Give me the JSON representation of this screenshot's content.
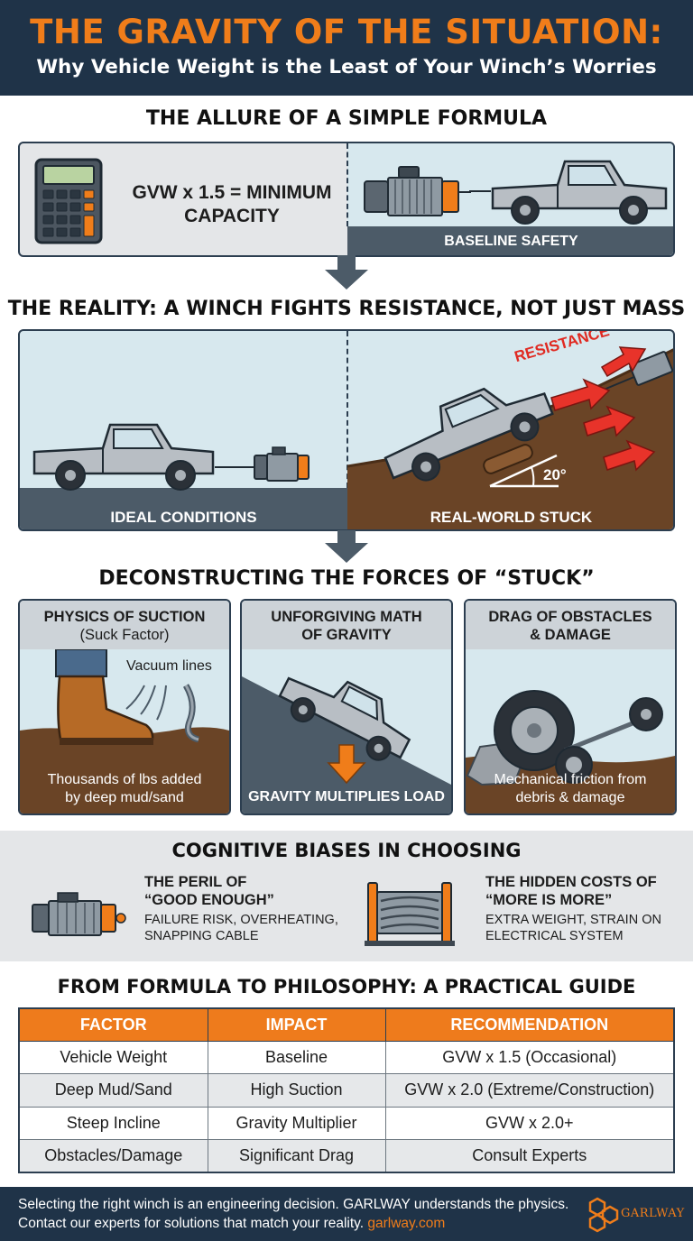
{
  "header": {
    "title": "THE GRAVITY OF THE SITUATION:",
    "subtitle": "Why Vehicle Weight is the Least of Your Winch’s Worries"
  },
  "section1": {
    "title": "THE ALLURE OF A SIMPLE FORMULA",
    "formula_line1": "GVW x 1.5 = MINIMUM",
    "formula_line2": "CAPACITY",
    "baseline_label": "BASELINE SAFETY"
  },
  "section2": {
    "title": "THE REALITY: A WINCH FIGHTS RESISTANCE, NOT JUST MASS",
    "left_label": "IDEAL CONDITIONS",
    "right_label": "REAL-WORLD STUCK",
    "resistance_label": "RESISTANCE",
    "angle_label": "20°"
  },
  "section3": {
    "title": "DECONSTRUCTING THE FORCES OF “STUCK”",
    "cards": [
      {
        "title_line1": "PHYSICS OF SUCTION",
        "title_line2": "(Suck Factor)",
        "annotation": "Vacuum lines",
        "foot_line1": "Thousands of lbs added",
        "foot_line2": "by deep mud/sand"
      },
      {
        "title_line1": "UNFORGIVING MATH",
        "title_line2": "OF GRAVITY",
        "foot_line1": "GRAVITY MULTIPLIES LOAD"
      },
      {
        "title_line1": "DRAG OF OBSTACLES",
        "title_line2": "& DAMAGE",
        "foot_line1": "Mechanical friction from",
        "foot_line2": "debris & damage"
      }
    ]
  },
  "section4": {
    "title": "COGNITIVE BIASES IN CHOOSING",
    "left": {
      "title_line1": "THE PERIL OF",
      "title_line2": "“GOOD ENOUGH”",
      "desc_line1": "FAILURE RISK, OVERHEATING,",
      "desc_line2": "SNAPPING CABLE"
    },
    "right": {
      "title_line1": "THE HIDDEN COSTS OF",
      "title_line2": "“MORE IS MORE”",
      "desc_line1": "EXTRA WEIGHT, STRAIN ON",
      "desc_line2": "ELECTRICAL SYSTEM"
    }
  },
  "section5": {
    "title": "FROM FORMULA TO PHILOSOPHY: A PRACTICAL GUIDE",
    "columns": [
      "FACTOR",
      "IMPACT",
      "RECOMMENDATION"
    ],
    "rows": [
      [
        "Vehicle Weight",
        "Baseline",
        "GVW x 1.5 (Occasional)"
      ],
      [
        "Deep Mud/Sand",
        "High Suction",
        "GVW x 2.0 (Extreme/Construction)"
      ],
      [
        "Steep Incline",
        "Gravity Multiplier",
        "GVW x 2.0+"
      ],
      [
        "Obstacles/Damage",
        "Significant Drag",
        "Consult Experts"
      ]
    ]
  },
  "footer": {
    "line1": "Selecting the right winch is an engineering decision. GARLWAY understands the physics.",
    "line2_prefix": "Contact our experts for solutions that match your reality. ",
    "link": "garlway.com",
    "logo_text": "GARLWAY"
  },
  "colors": {
    "navy": "#1f3348",
    "orange": "#f07d1a",
    "sky": "#d7e8ee",
    "slate": "#4c5b68",
    "mud": "#6a4426"
  }
}
